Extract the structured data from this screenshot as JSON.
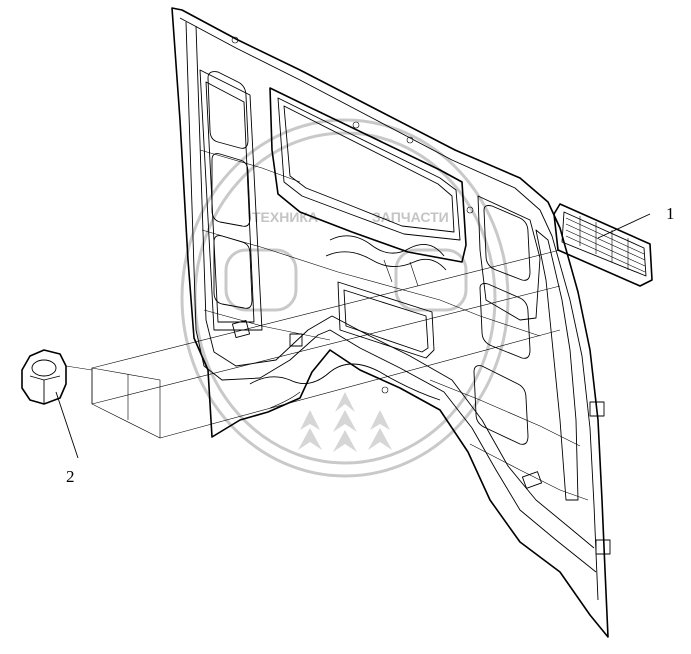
{
  "callouts": [
    {
      "id": "1",
      "label": "1"
    },
    {
      "id": "2",
      "label": "2"
    }
  ],
  "watermark": {
    "text_left": "ТЕХНИКА",
    "text_right": "ЗАПЧАСТИ",
    "color": "#c9c9c9"
  },
  "colors": {
    "line": "#000000",
    "background": "#ffffff"
  }
}
